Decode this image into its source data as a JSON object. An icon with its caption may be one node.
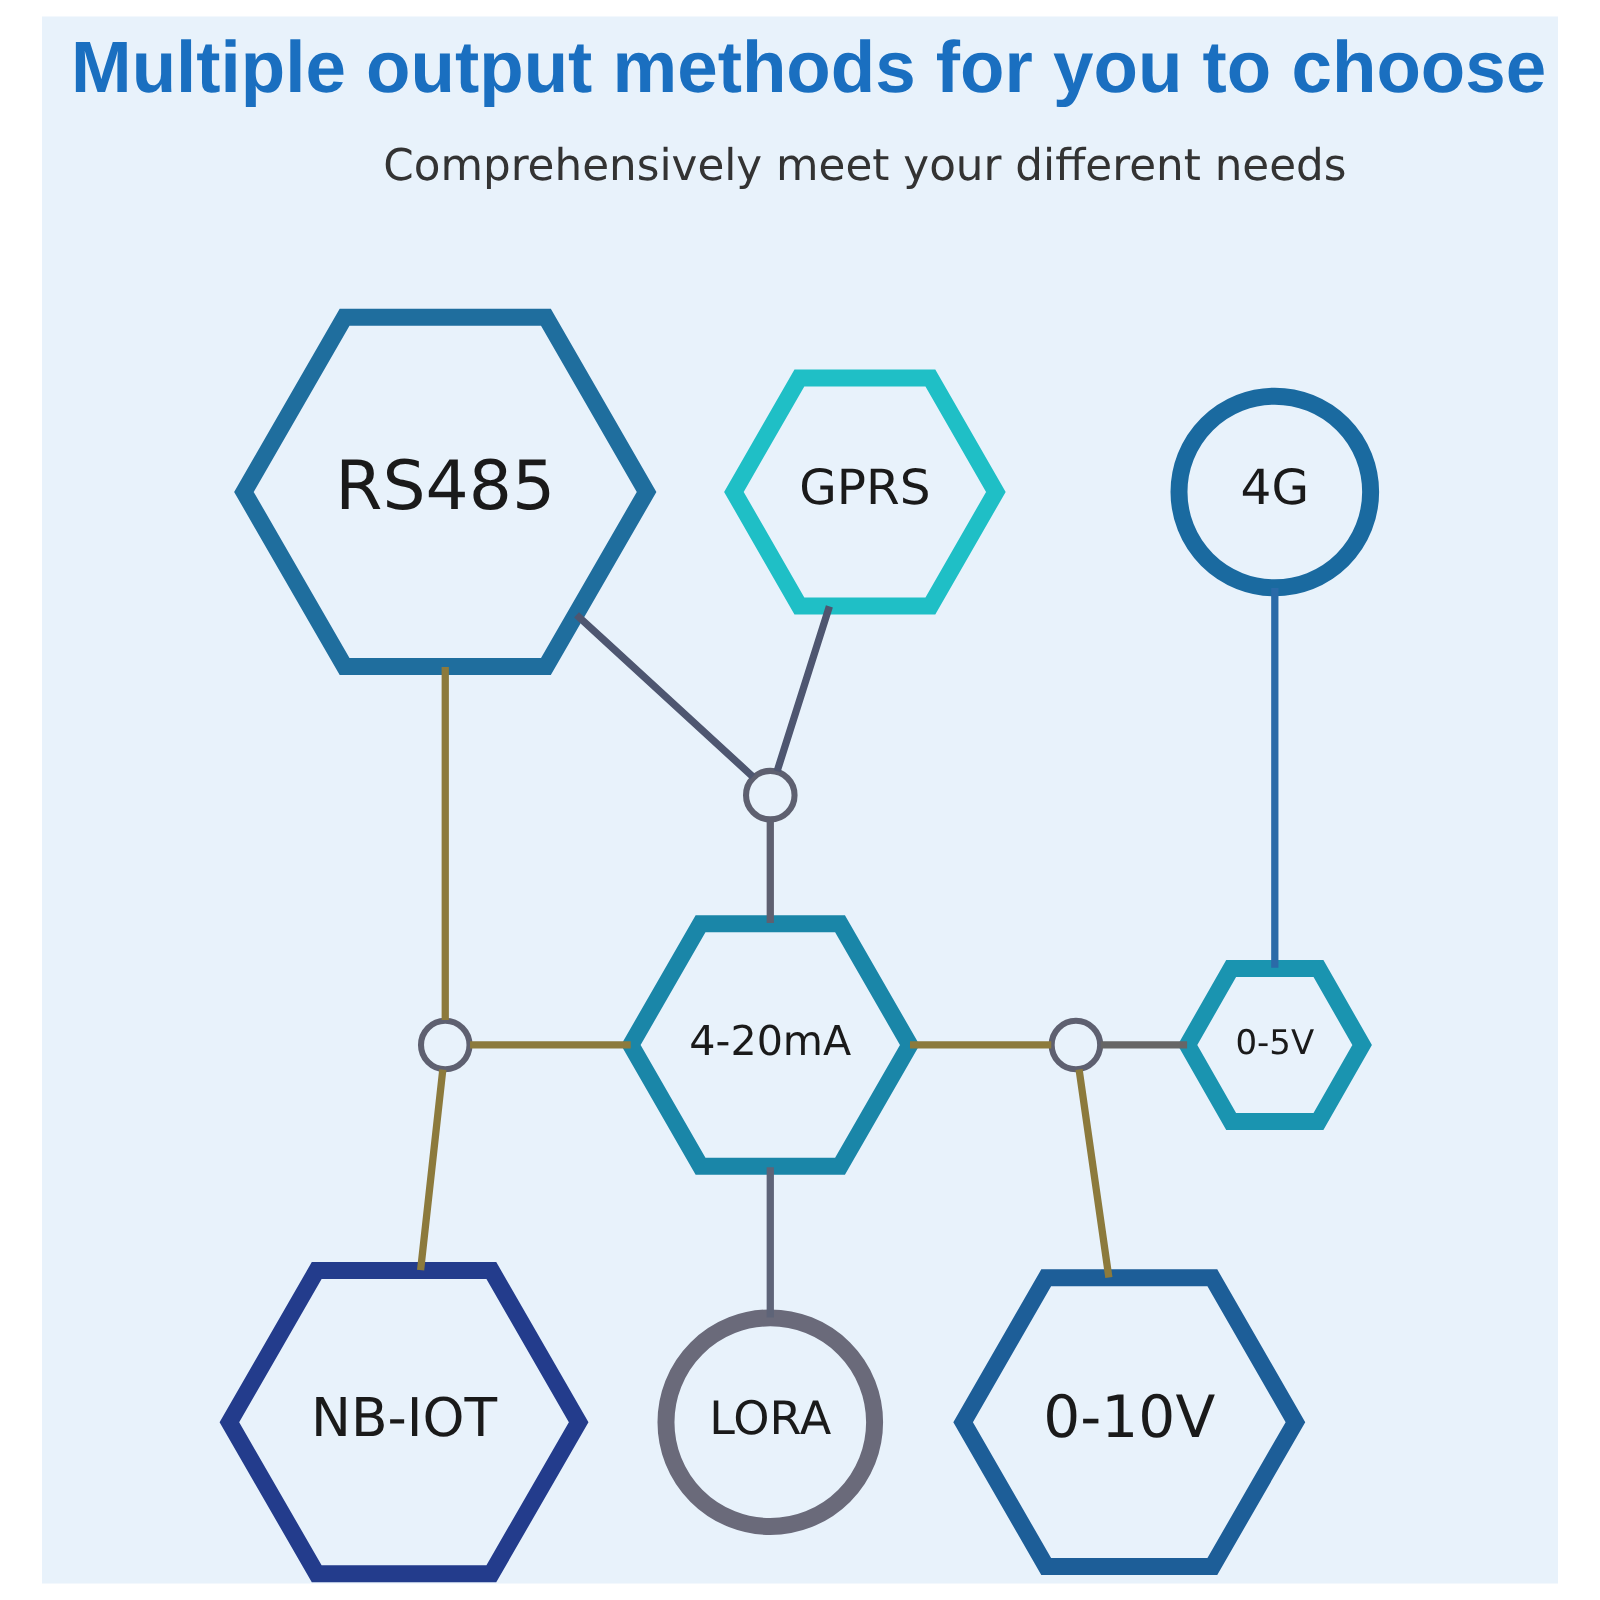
{
  "diagram": {
    "title": "Multiple output methods for you to choose",
    "nodes": [
      {
        "text": [
          "RS485"
        ]
      },
      {
        "text": [
          "GPRS"
        ]
      },
      {
        "text": [
          "4G"
        ]
      },
      {
        "text": [],
        "shape": "circle"
      },
      {
        "text": [
          "0-5V"
        ]
      },
      {
        "text": [],
        "shape": "circle"
      },
      {
        "text": [
          "4-20mA"
        ]
      },
      {
        "text": [],
        "shape": "circle"
      },
      {
        "text": [
          "NB-IOT"
        ]
      },
      {
        "text": [
          "0-10V"
        ]
      },
      {
        "text": [
          "LORA"
        ]
      }
    ],
    "edges": [
      {
        "from": 0,
        "to": 3,
        "arrow": "none",
        "color": "#4e5670"
      },
      {
        "from": 1,
        "to": 3,
        "arrow": "none",
        "color": "#4e5670"
      },
      {
        "from": 3,
        "to": 6,
        "arrow": "none",
        "color": "#5e6070"
      },
      {
        "from": 2,
        "to": 4,
        "arrow": "none",
        "color": "#2a6aa8"
      },
      {
        "from": 0,
        "to": 5,
        "arrow": "none"
      },
      {
        "from": 5,
        "to": 8,
        "arrow": "none"
      },
      {
        "from": 5,
        "to": 6,
        "arrow": "none"
      },
      {
        "from": 6,
        "to": 7,
        "arrow": "none"
      },
      {
        "from": 7,
        "to": 4,
        "arrow": "none",
        "color": "#666666"
      },
      {
        "from": 7,
        "to": 9,
        "arrow": "none"
      },
      {
        "from": 6,
        "to": 10,
        "arrow": "none",
        "color": "#5e6478"
      }
    ],
    "labels": [
      "Comprehensively meet your different needs"
    ]
  }
}
